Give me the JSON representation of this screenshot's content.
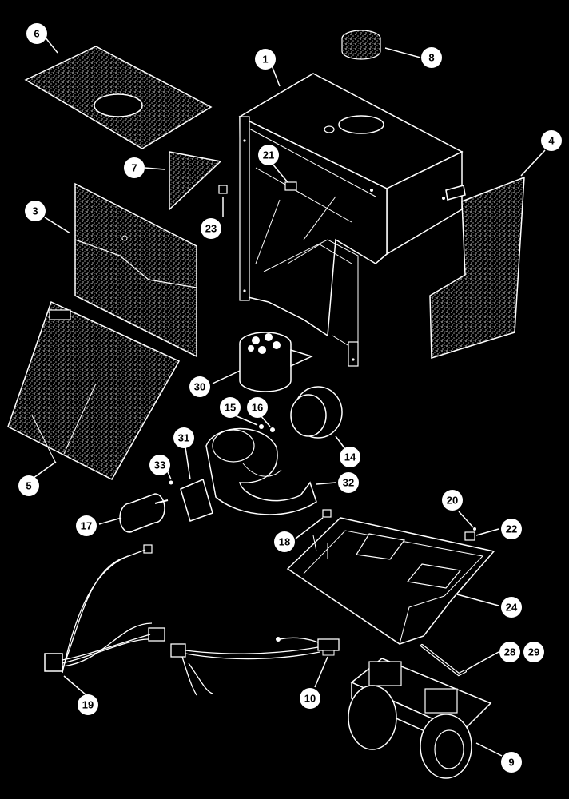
{
  "diagram": {
    "background": "#000000",
    "line_color": "#ffffff",
    "callouts": [
      {
        "id": "c1",
        "label": "1"
      },
      {
        "id": "c3",
        "label": "3"
      },
      {
        "id": "c4",
        "label": "4"
      },
      {
        "id": "c5",
        "label": "5"
      },
      {
        "id": "c6",
        "label": "6"
      },
      {
        "id": "c7",
        "label": "7"
      },
      {
        "id": "c8",
        "label": "8"
      },
      {
        "id": "c9",
        "label": "9"
      },
      {
        "id": "c10",
        "label": "10"
      },
      {
        "id": "c14",
        "label": "14"
      },
      {
        "id": "c15",
        "label": "15"
      },
      {
        "id": "c16",
        "label": "16"
      },
      {
        "id": "c17",
        "label": "17"
      },
      {
        "id": "c18",
        "label": "18"
      },
      {
        "id": "c19",
        "label": "19"
      },
      {
        "id": "c20",
        "label": "20"
      },
      {
        "id": "c21",
        "label": "21"
      },
      {
        "id": "c22",
        "label": "22"
      },
      {
        "id": "c23",
        "label": "23"
      },
      {
        "id": "c24",
        "label": "24"
      },
      {
        "id": "c28",
        "label": "28"
      },
      {
        "id": "c29",
        "label": "29"
      },
      {
        "id": "c30",
        "label": "30"
      },
      {
        "id": "c31",
        "label": "31"
      },
      {
        "id": "c32",
        "label": "32"
      },
      {
        "id": "c33",
        "label": "33"
      }
    ]
  }
}
